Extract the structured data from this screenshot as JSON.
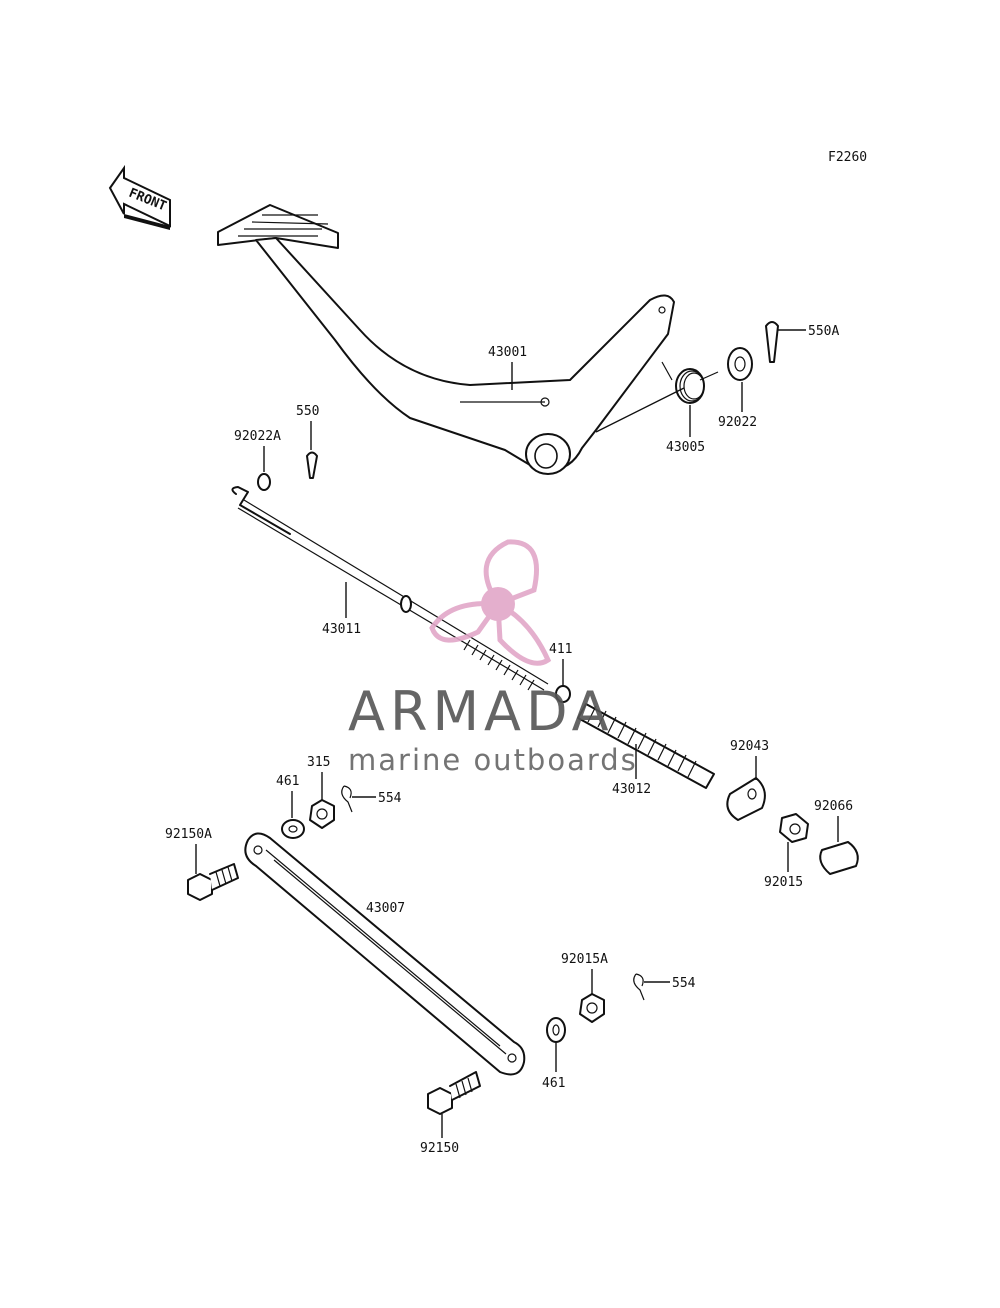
{
  "figure_code": "F2260",
  "front_label": "FRONT",
  "watermark": {
    "brand": "ARMADA",
    "tagline": "marine outboards",
    "accent_color": "#e2a7c8",
    "text_color": "#555555"
  },
  "part_labels": {
    "p43001": "43001",
    "p550A": "550A",
    "p92022": "92022",
    "p43005": "43005",
    "p550": "550",
    "p92022A": "92022A",
    "p43011": "43011",
    "p411": "411",
    "p43012": "43012",
    "p92043": "92043",
    "p92066": "92066",
    "p92015": "92015",
    "p315": "315",
    "p461a": "461",
    "p554a": "554",
    "p92150A": "92150A",
    "p43007": "43007",
    "p92015A": "92015A",
    "p554b": "554",
    "p461b": "461",
    "p92150": "92150"
  }
}
